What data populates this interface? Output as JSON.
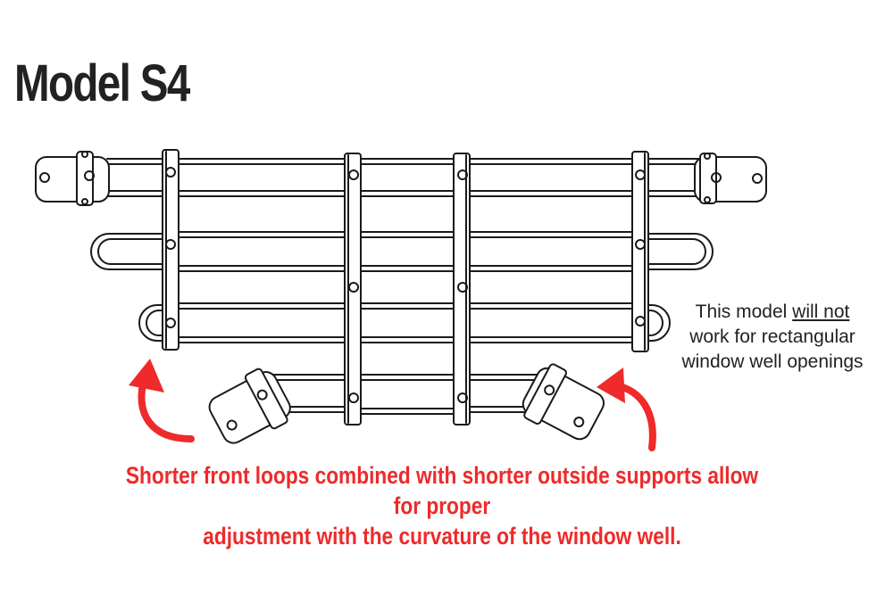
{
  "title": "Model S4",
  "note": {
    "line1_before": "This model ",
    "line1_underlined": "will not",
    "line2": "work for rectangular",
    "line3": "window well openings"
  },
  "caption": {
    "line1": "Shorter front loops combined with shorter outside supports allow for proper",
    "line2": "adjustment with the curvature of the window well."
  },
  "colors": {
    "title_text": "#222222",
    "caption_text": "#ee2a2a",
    "arrow": "#ee2a2a",
    "line_art": "#1a1a1a",
    "background": "#ffffff"
  },
  "icons": {
    "left_arrow": "curved-arrow-up-left-icon",
    "right_arrow": "curved-arrow-left-icon"
  }
}
